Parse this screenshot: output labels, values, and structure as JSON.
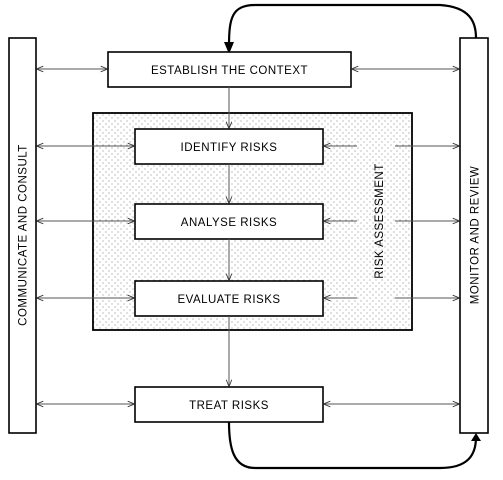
{
  "diagram": {
    "left_column_label": "COMMUNICATE AND CONSULT",
    "right_column_label": "MONITOR AND REVIEW",
    "assessment_label": "RISK ASSESSMENT",
    "steps": {
      "establish": "ESTABLISH THE CONTEXT",
      "identify": "IDENTIFY RISKS",
      "analyse": "ANALYSE RISKS",
      "evaluate": "EVALUATE RISKS",
      "treat": "TREAT RISKS"
    }
  }
}
